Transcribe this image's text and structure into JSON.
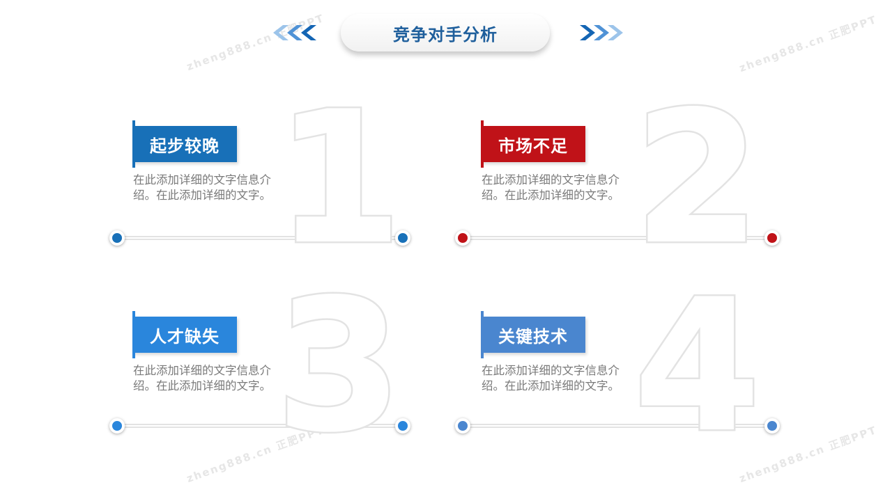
{
  "header": {
    "title": "竞争对手分析"
  },
  "watermarks": [
    "zheng888.cn 正肥PPT",
    "zheng888.cn 正肥PPT",
    "zheng888.cn 正肥PPT",
    "zheng888.cn 正肥PPT"
  ],
  "colors": {
    "blue": "#1870b8",
    "red": "#c01218",
    "light_blue": "#2a86dc",
    "steel_blue": "#4a86cf"
  },
  "cards": [
    {
      "number": "1",
      "label": "起步较晚",
      "description": "在此添加详细的文字信息介绍。在此添加详细的文字。",
      "color": "#1870b8"
    },
    {
      "number": "2",
      "label": "市场不足",
      "description": "在此添加详细的文字信息介绍。在此添加详细的文字。",
      "color": "#c01218"
    },
    {
      "number": "3",
      "label": "人才缺失",
      "description": "在此添加详细的文字信息介绍。在此添加详细的文字。",
      "color": "#2a86dc"
    },
    {
      "number": "4",
      "label": "关键技术",
      "description": "在此添加详细的文字信息介绍。在此添加详细的文字。",
      "color": "#4a86cf"
    }
  ]
}
